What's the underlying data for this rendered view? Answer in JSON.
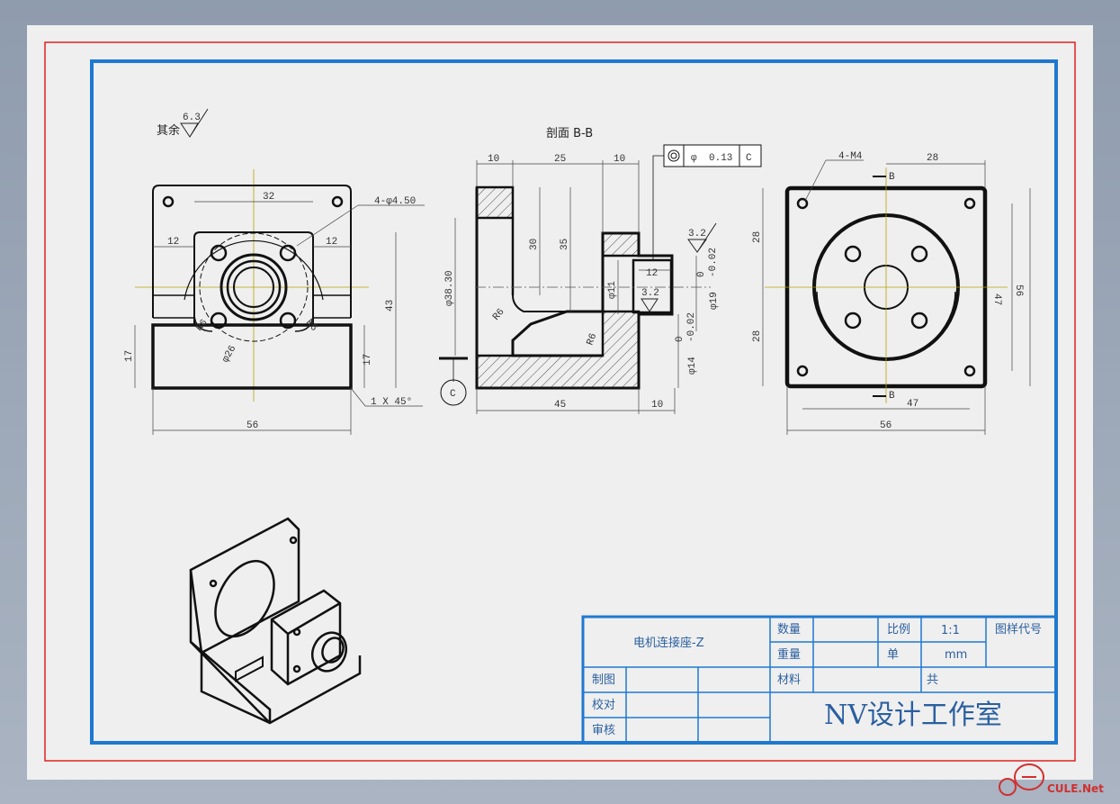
{
  "notes": {
    "surface_rest_label": "其余",
    "surface_rest_value": "6.3",
    "section_title": "剖面 B-B",
    "hole_callout": "4-φ4.50",
    "chamfer": "1 X 45°",
    "thread_callout": "4-M4",
    "section_mark": "B",
    "datum": "C",
    "surface_side_value": "3.2",
    "surface_bore_value": "3.2"
  },
  "tolerance_frame": {
    "symbol": "concentricity-icon",
    "diameter_sign": "φ",
    "value": "0.13",
    "datum": "C"
  },
  "dims": {
    "front": [
      "32",
      "12",
      "12",
      "43",
      "17",
      "17",
      "56",
      "R6",
      "R6",
      "φ26"
    ],
    "section": [
      "10",
      "25",
      "10",
      "30",
      "35",
      "φ38.30",
      "φ11",
      "12",
      "R6",
      "R6",
      "45",
      "10"
    ],
    "section_tol": {
      "d19": "φ19",
      "d19_upper": "0",
      "d19_lower": "-0.02",
      "d14": "φ14",
      "d14_upper": "0",
      "d14_lower": "-0.02"
    },
    "side": [
      "28",
      "28",
      "28",
      "47",
      "56",
      "47",
      "56"
    ]
  },
  "title_block": {
    "part_name": "电机连接座-Z",
    "qty_label": "数量",
    "scale_label": "比例",
    "scale_value": "1:1",
    "drawing_no_label": "图样代号",
    "weight_label": "重量",
    "unit_label": "单",
    "unit_value": "mm",
    "drawn_label": "制图",
    "material_label": "材料",
    "total_label": "共",
    "check_label": "校对",
    "approve_label": "审核",
    "studio": "NV设计工作室"
  },
  "watermark": "CULE.Net",
  "colors": {
    "outer_border": "#e02020",
    "inner_border": "#1e78d2",
    "title_text": "#2a5fa0",
    "center_line": "#b8a000"
  }
}
